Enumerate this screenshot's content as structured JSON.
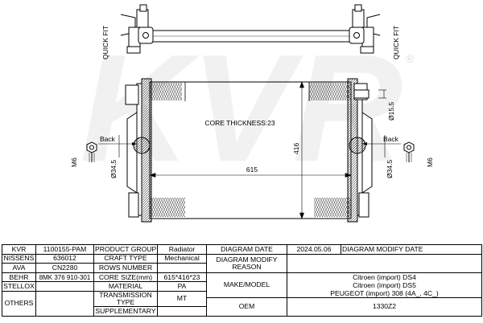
{
  "drawing": {
    "watermark": "KVR",
    "quick_fit_label": "QUICK FIT",
    "core_thickness_label": "CORE THICKNESS:23",
    "core_width_label": "615",
    "core_height_label": "416",
    "back_label": "Back",
    "thread_label": "M6",
    "inlet_diameter_label": "Ø34.5",
    "vent_diameter_label": "Ø15.5"
  },
  "table": {
    "kvr_label": "KVR",
    "kvr_value": "1100155-PAM",
    "product_group_label": "PRODUCT GROUP",
    "product_group_value": "Radiator",
    "diagram_date_label": "DIAGRAM DATE",
    "diagram_date_value": "2024.05.06",
    "diagram_modify_date_label": "DIAGRAM MODIFY DATE",
    "diagram_modify_date_value": "",
    "nissens_label": "NISSENS",
    "nissens_value": "636012",
    "craft_type_label": "CRAFT TYPE",
    "craft_type_value": "Mechanical",
    "modify_reason_label": "DIAGRAM MODIFY REASON",
    "modify_reason_value": "",
    "ava_label": "AVA",
    "ava_value": "CN2280",
    "rows_number_label": "ROWS NUMBER",
    "rows_number_value": "",
    "behr_label": "BEHR",
    "behr_value": "8MK 376 910-301",
    "core_size_label": "CORE SIZE(mm)",
    "core_size_value": "615*416*23",
    "make_model_label": "MAKE/MODEL",
    "models": [
      "Citroen (import) DS4",
      "Citroen (import) DS5",
      "PEUGEOT (import) 308 (4A_, 4C_)"
    ],
    "stellox_label": "STELLOX",
    "stellox_value": "",
    "material_label": "MATERIAL",
    "material_value": "PA",
    "others_label": "OTHERS",
    "others_value": "",
    "transmission_label": "TRANSMISSION TYPE",
    "transmission_value": "MT",
    "oem_label": "OEM",
    "oem_value": "1330Z2",
    "supplementary_label": "SUPPLEMENTARY",
    "supplementary_value": ""
  }
}
